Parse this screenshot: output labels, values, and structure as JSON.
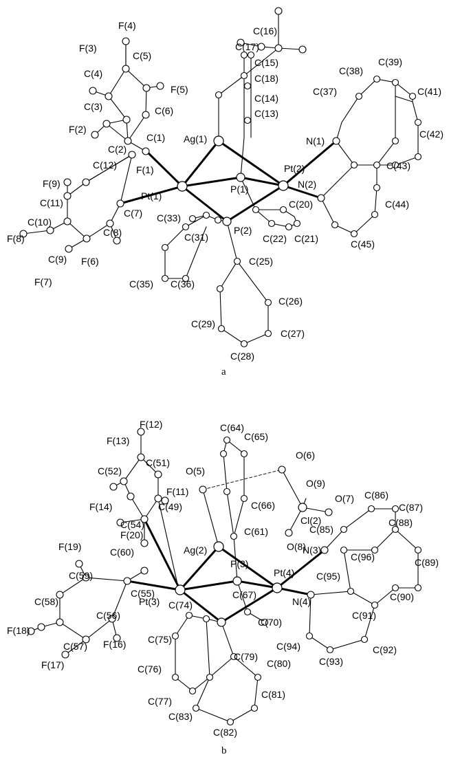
{
  "figure_a": {
    "caption": "a",
    "labels": {
      "F4": "F(4)",
      "F3": "F(3)",
      "C5": "C(5)",
      "F5": "F(5)",
      "C4": "C(4)",
      "C6": "C(6)",
      "C3": "C(3)",
      "C1": "C(1)",
      "F2": "F(2)",
      "C2": "C(2)",
      "F9": "F(9)",
      "C12": "C(12)",
      "F1": "F(1)",
      "C11": "C(11)",
      "C7": "C(7)",
      "C10": "C(10)",
      "F8": "F(8)",
      "C8": "C(8)",
      "C9": "C(9)",
      "F6": "F(6)",
      "F7": "F(7)",
      "Pt1": "Pt(1)",
      "Ag1": "Ag(1)",
      "P1": "P(1)",
      "P2": "P(2)",
      "Pt2": "Pt(2)",
      "N1": "N(1)",
      "N2": "N(2)",
      "C16": "C(16)",
      "C17": "C(17)",
      "C15": "C(15)",
      "C18": "C(18)",
      "C14": "C(14)",
      "C13": "C(13)",
      "C33": "C(33)",
      "C31": "C(31)",
      "C35": "C(35)",
      "C36": "C(36)",
      "C20": "C(20)",
      "C22": "C(22)",
      "C21": "C(21)",
      "C25": "C(25)",
      "C26": "C(26)",
      "C29": "C(29)",
      "C27": "C(27)",
      "C28": "C(28)",
      "C37": "C(37)",
      "C38": "C(38)",
      "C39": "C(39)",
      "C41": "C(41)",
      "C42": "C(42)",
      "C43": "C(43)",
      "C44": "C(44)",
      "C45": "C(45)"
    }
  },
  "figure_b": {
    "caption": "b",
    "labels": {
      "F12": "F(12)",
      "F13": "F(13)",
      "C51": "C(51)",
      "C52": "C(52)",
      "F11": "F(11)",
      "F14": "F(14)",
      "C49": "C(49)",
      "C54": "C(54)",
      "F20": "F(20)",
      "F19": "F(19)",
      "C60": "C(60)",
      "C59": "C(59)",
      "C55": "C(55)",
      "F18": "F(18)",
      "C58": "C(58)",
      "C56": "C(56)",
      "C57": "C(57)",
      "F16": "F(16)",
      "F17": "F(17)",
      "Pt3": "Pt(3)",
      "Ag2": "Ag(2)",
      "P3": "P(3)",
      "Pt4": "Pt(4)",
      "N3": "N(3)",
      "N4": "N(4)",
      "O5": "O(5)",
      "O6": "O(6)",
      "O9": "O(9)",
      "O7": "O(7)",
      "O8": "O(8)",
      "Cl2": "Cl(2)",
      "C64": "C(64)",
      "C65": "C(65)",
      "C66": "C(66)",
      "C61": "C(61)",
      "C67": "C(67)",
      "C70": "C(70)",
      "C74": "C(74)",
      "C75": "C(75)",
      "C76": "C(76)",
      "C77": "C(77)",
      "C79": "C(79)",
      "C80": "C(80)",
      "C81": "C(81)",
      "C82": "C(82)",
      "C83": "C(83)",
      "C85": "C(85)",
      "C86": "C(86)",
      "C87": "C(87)",
      "C88": "C(88)",
      "C89": "C(89)",
      "C90": "C(90)",
      "C91": "C(91)",
      "C92": "C(92)",
      "C93": "C(93)",
      "C94": "C(94)",
      "C95": "C(95)",
      "C96": "C(96)"
    }
  }
}
